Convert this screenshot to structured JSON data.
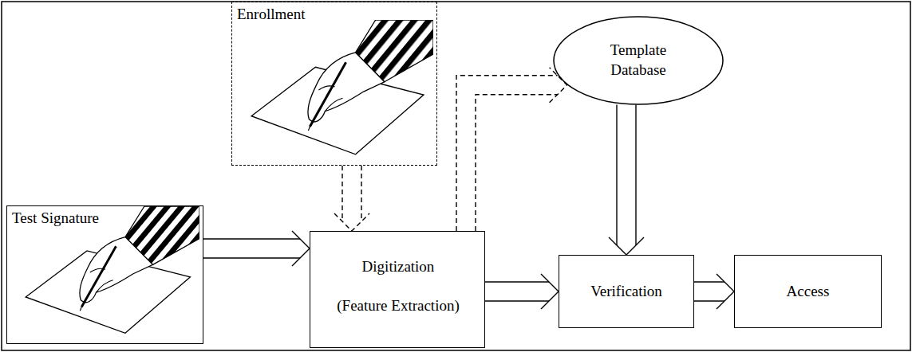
{
  "diagram": {
    "nodes": [
      {
        "text": [
          "Enrollment"
        ]
      },
      {
        "text": [
          "Template Database"
        ]
      },
      {
        "text": [
          "Test Signature"
        ]
      },
      {
        "text": [
          "Digitization",
          "(Feature Extraction)"
        ]
      },
      {
        "text": [
          "Verification"
        ]
      },
      {
        "text": [
          "Access"
        ]
      }
    ],
    "edges": [
      {
        "from": 2,
        "to": 3,
        "arrow": "to"
      },
      {
        "from": 0,
        "to": 3,
        "arrow": "to"
      },
      {
        "from": 3,
        "to": 1,
        "arrow": "to"
      },
      {
        "from": 1,
        "to": 4,
        "arrow": "to"
      },
      {
        "from": 3,
        "to": 4,
        "arrow": "to"
      },
      {
        "from": 4,
        "to": 5,
        "arrow": "to"
      }
    ]
  }
}
